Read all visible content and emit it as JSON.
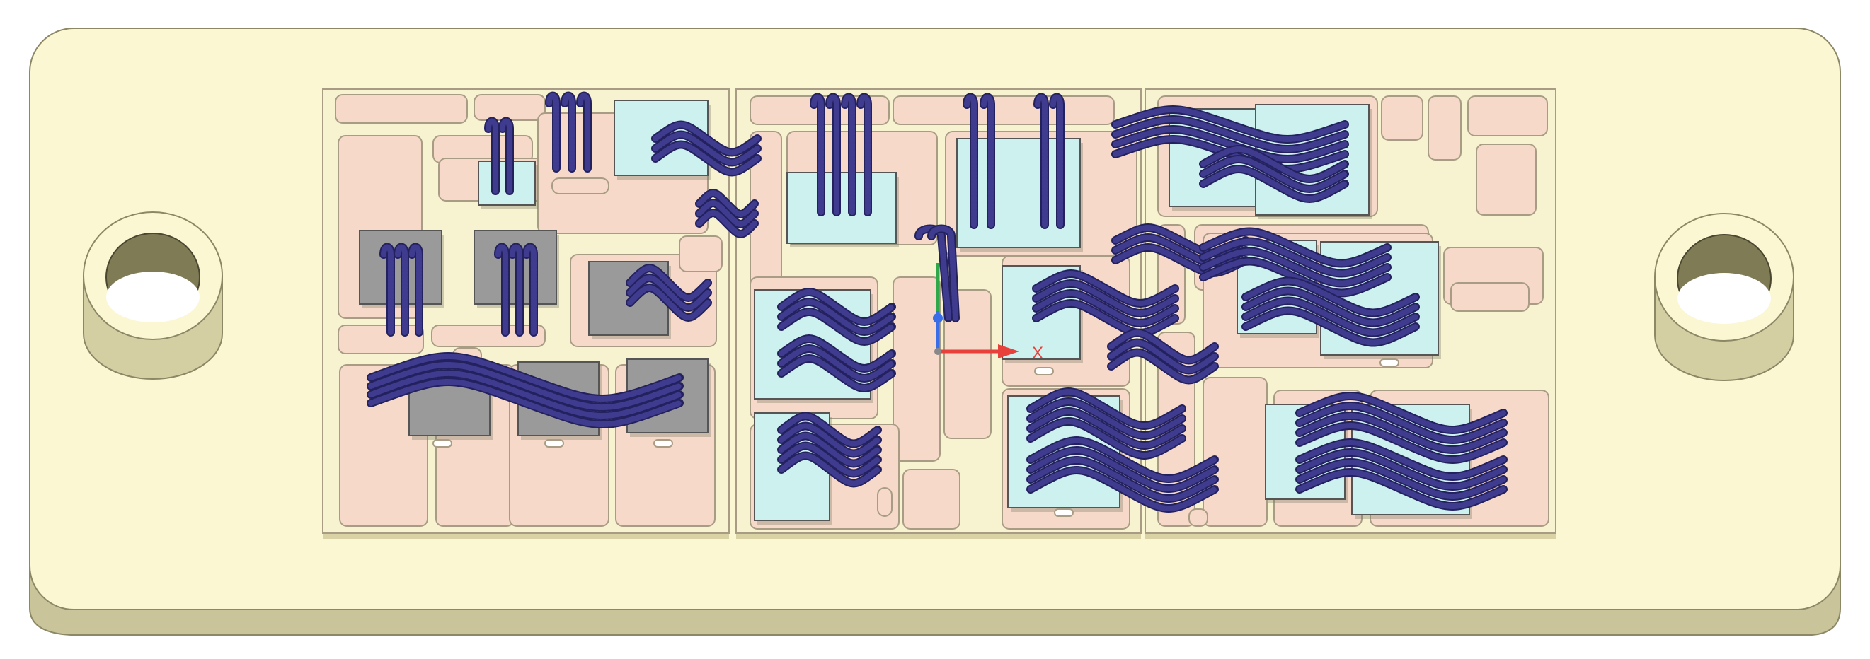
{
  "viewport": {
    "background": "#ffffff"
  },
  "colors": {
    "base_top": "#faf7d2",
    "base_side": "#c9c49a",
    "base_edge": "#8c8866",
    "substrate": "#f7f2cf",
    "pad": "#f6d9c8",
    "pad_edge": "#a89d84",
    "die_light": "#cdf1ef",
    "die_gray": "#9a9a9a",
    "die_edge": "#555555",
    "wire": "#3f3b8e",
    "wire_dark": "#23215e",
    "axis_x": "#e8403a",
    "axis_y": "#2fa84a",
    "axis_z": "#3a6ee8"
  },
  "model": {
    "mounting_holes": [
      "left-mounting-boss",
      "right-mounting-boss"
    ],
    "substrate_count": 3,
    "triad": {
      "x_label": "X"
    }
  }
}
